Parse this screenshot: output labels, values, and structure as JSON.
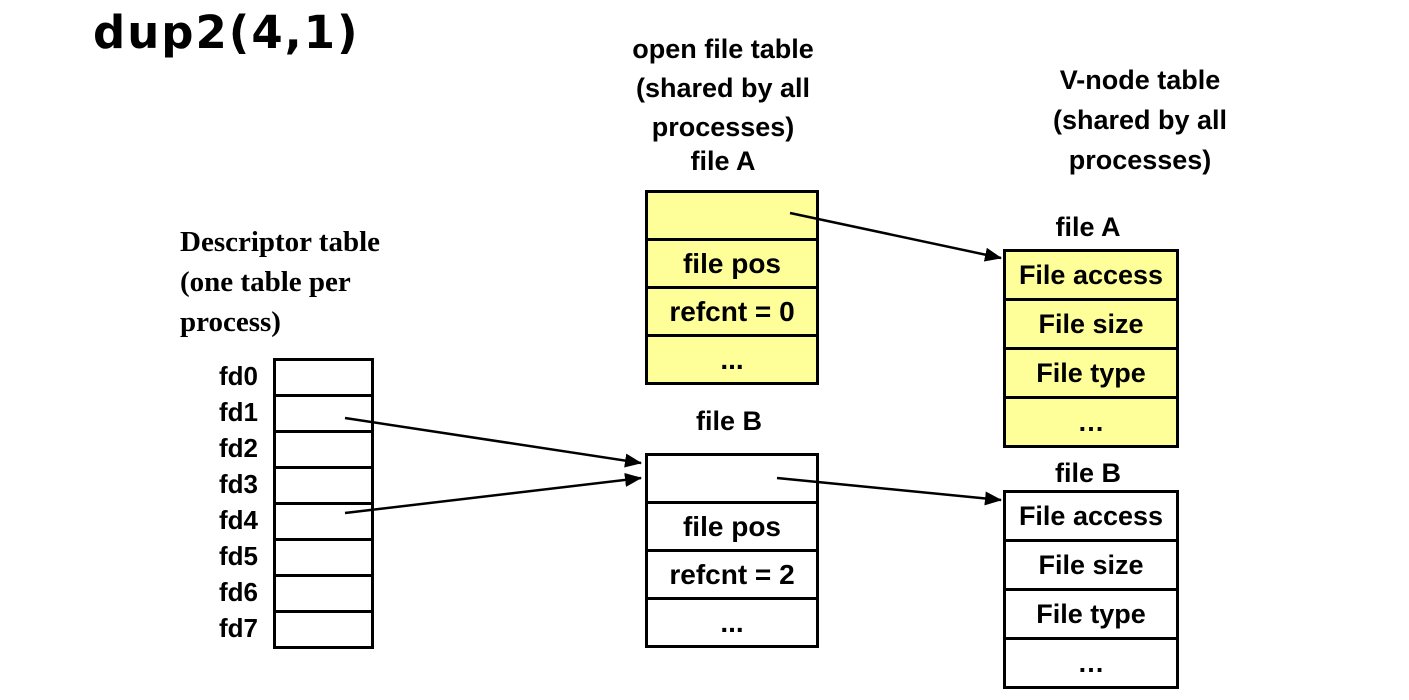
{
  "title": "dup2(4,1)",
  "colors": {
    "highlight": "#FFFF99",
    "stroke": "#000000",
    "background": "#FFFFFF"
  },
  "headings": {
    "open_file_table": {
      "line1": "open file table",
      "line2": "(shared by all",
      "line3": "processes)"
    },
    "vnode_table": {
      "line1": "V-node table",
      "line2": "(shared by all",
      "line3": "processes)"
    },
    "descriptor_table": {
      "line1": "Descriptor table",
      "line2": "(one table per",
      "line3": "process)"
    }
  },
  "descriptor_table": {
    "fd_labels": [
      "fd0",
      "fd1",
      "fd2",
      "fd3",
      "fd4",
      "fd5",
      "fd6",
      "fd7"
    ]
  },
  "open_file_table": {
    "file_a": {
      "title": "file A",
      "rows": [
        "",
        "file pos",
        "refcnt = 0",
        "..."
      ]
    },
    "file_b": {
      "title": "file B",
      "rows": [
        "",
        "file pos",
        "refcnt = 2",
        "..."
      ]
    }
  },
  "vnode_table": {
    "file_a": {
      "title": "file A",
      "rows": [
        "File access",
        "File size",
        "File type",
        "…"
      ]
    },
    "file_b": {
      "title": "file B",
      "rows": [
        "File access",
        "File size",
        "File type",
        "…"
      ]
    }
  },
  "arrows": [
    {
      "from": "fd1",
      "to": "open-file-table-file-b"
    },
    {
      "from": "fd4",
      "to": "open-file-table-file-b"
    },
    {
      "from": "open-file-table-file-a",
      "to": "vnode-table-file-a"
    },
    {
      "from": "open-file-table-file-b",
      "to": "vnode-table-file-b"
    }
  ]
}
